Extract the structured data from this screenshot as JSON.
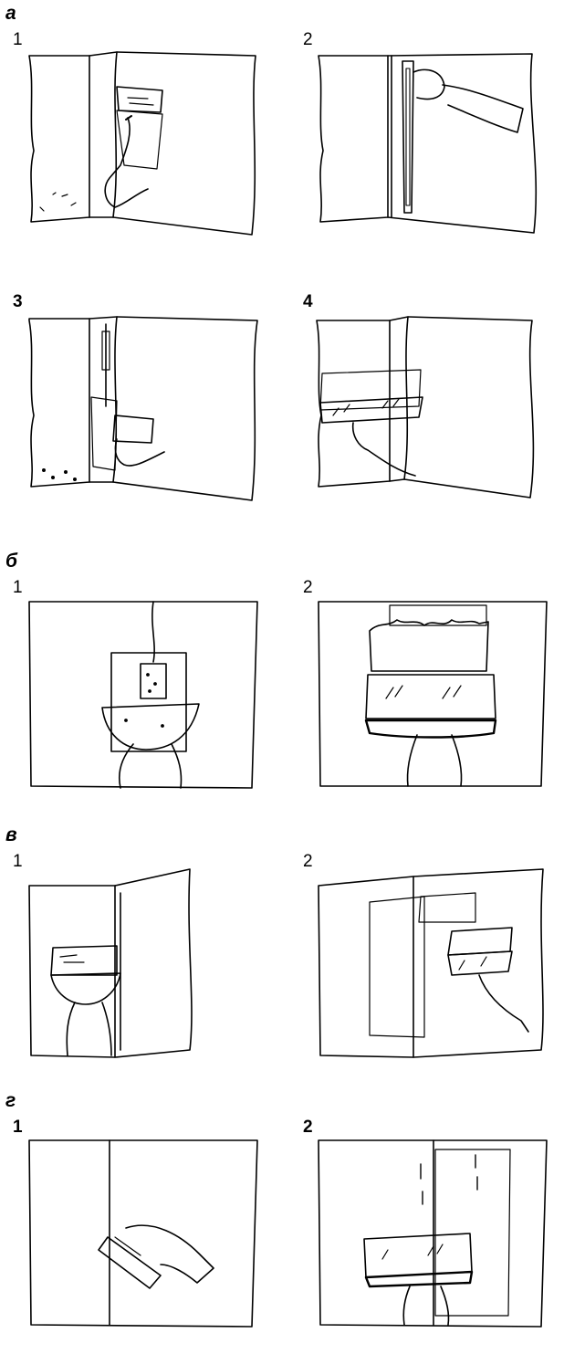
{
  "sections": [
    {
      "letter": "а",
      "panels": [
        "1",
        "2",
        "3",
        "4"
      ]
    },
    {
      "letter": "б",
      "panels": [
        "1",
        "2"
      ]
    },
    {
      "letter": "в",
      "panels": [
        "1",
        "2"
      ]
    },
    {
      "letter": "г",
      "panels": [
        "1",
        "2"
      ]
    }
  ],
  "colors": {
    "ink": "#000000",
    "paper": "#ffffff"
  }
}
